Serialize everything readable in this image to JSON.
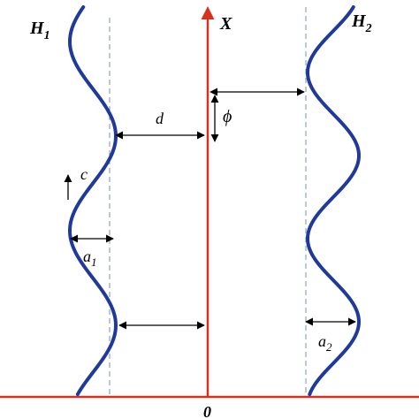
{
  "labels": {
    "h1": "H",
    "h1_sub": "1",
    "h2": "H",
    "h2_sub": "2",
    "x_axis": "X",
    "origin": "0",
    "d": "d",
    "phi": "ϕ",
    "c": "c",
    "a1": "a",
    "a1_sub": "1",
    "a2": "a",
    "a2_sub": "2"
  },
  "colors": {
    "wall": "#1f3a9a",
    "axis": "#d7301f",
    "arrow": "#000000",
    "dashed": "#7a8fb8"
  }
}
